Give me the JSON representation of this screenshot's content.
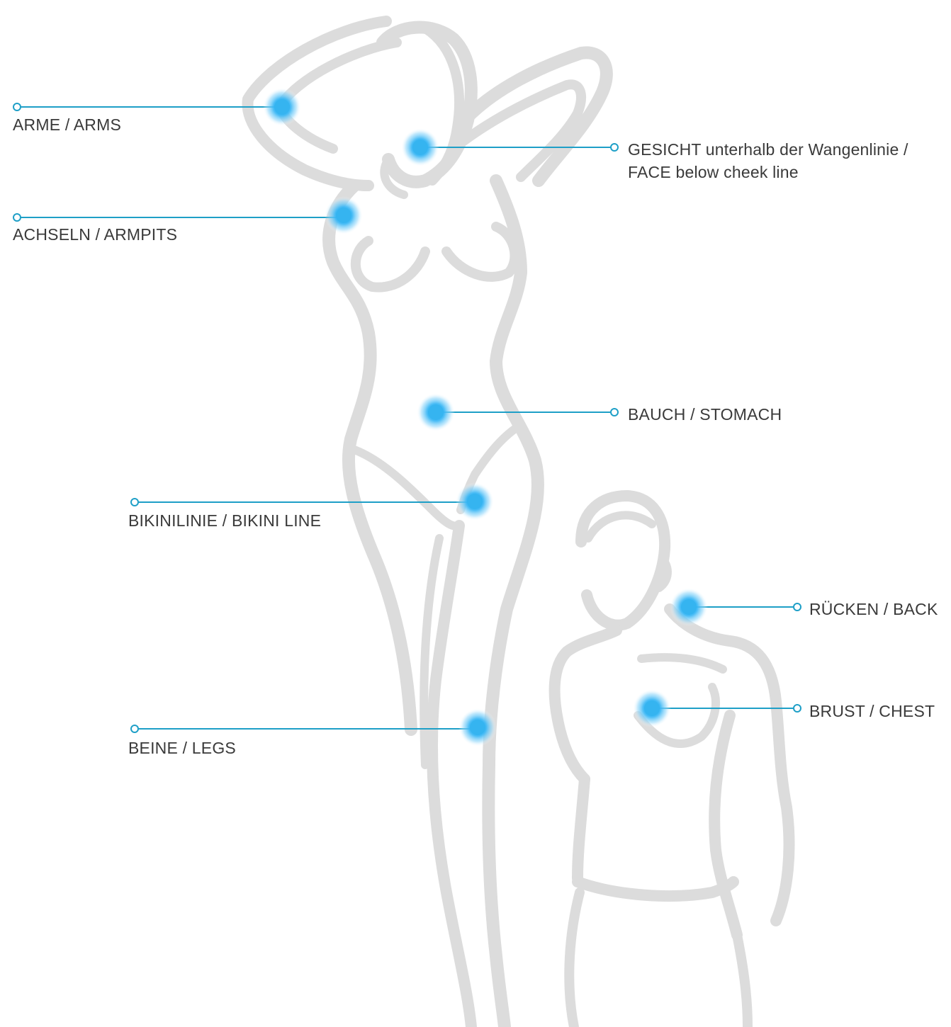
{
  "colors": {
    "leader_line": "#1e9fc7",
    "hotspot": "#35b4f0",
    "silhouette": "#dcdcdc",
    "label_text": "#3a3a3a"
  },
  "labels": {
    "arms": "ARME / ARMS",
    "face_line1": "GESICHT unterhalb der Wangenlinie /",
    "face_line2": "FACE below cheek line",
    "armpits": "ACHSELN / ARMPITS",
    "stomach": "BAUCH / STOMACH",
    "bikini": "BIKINILINIE / BIKINI LINE",
    "back": "RÜCKEN / BACK",
    "chest": "BRUST / CHEST",
    "legs": "BEINE / LEGS"
  }
}
